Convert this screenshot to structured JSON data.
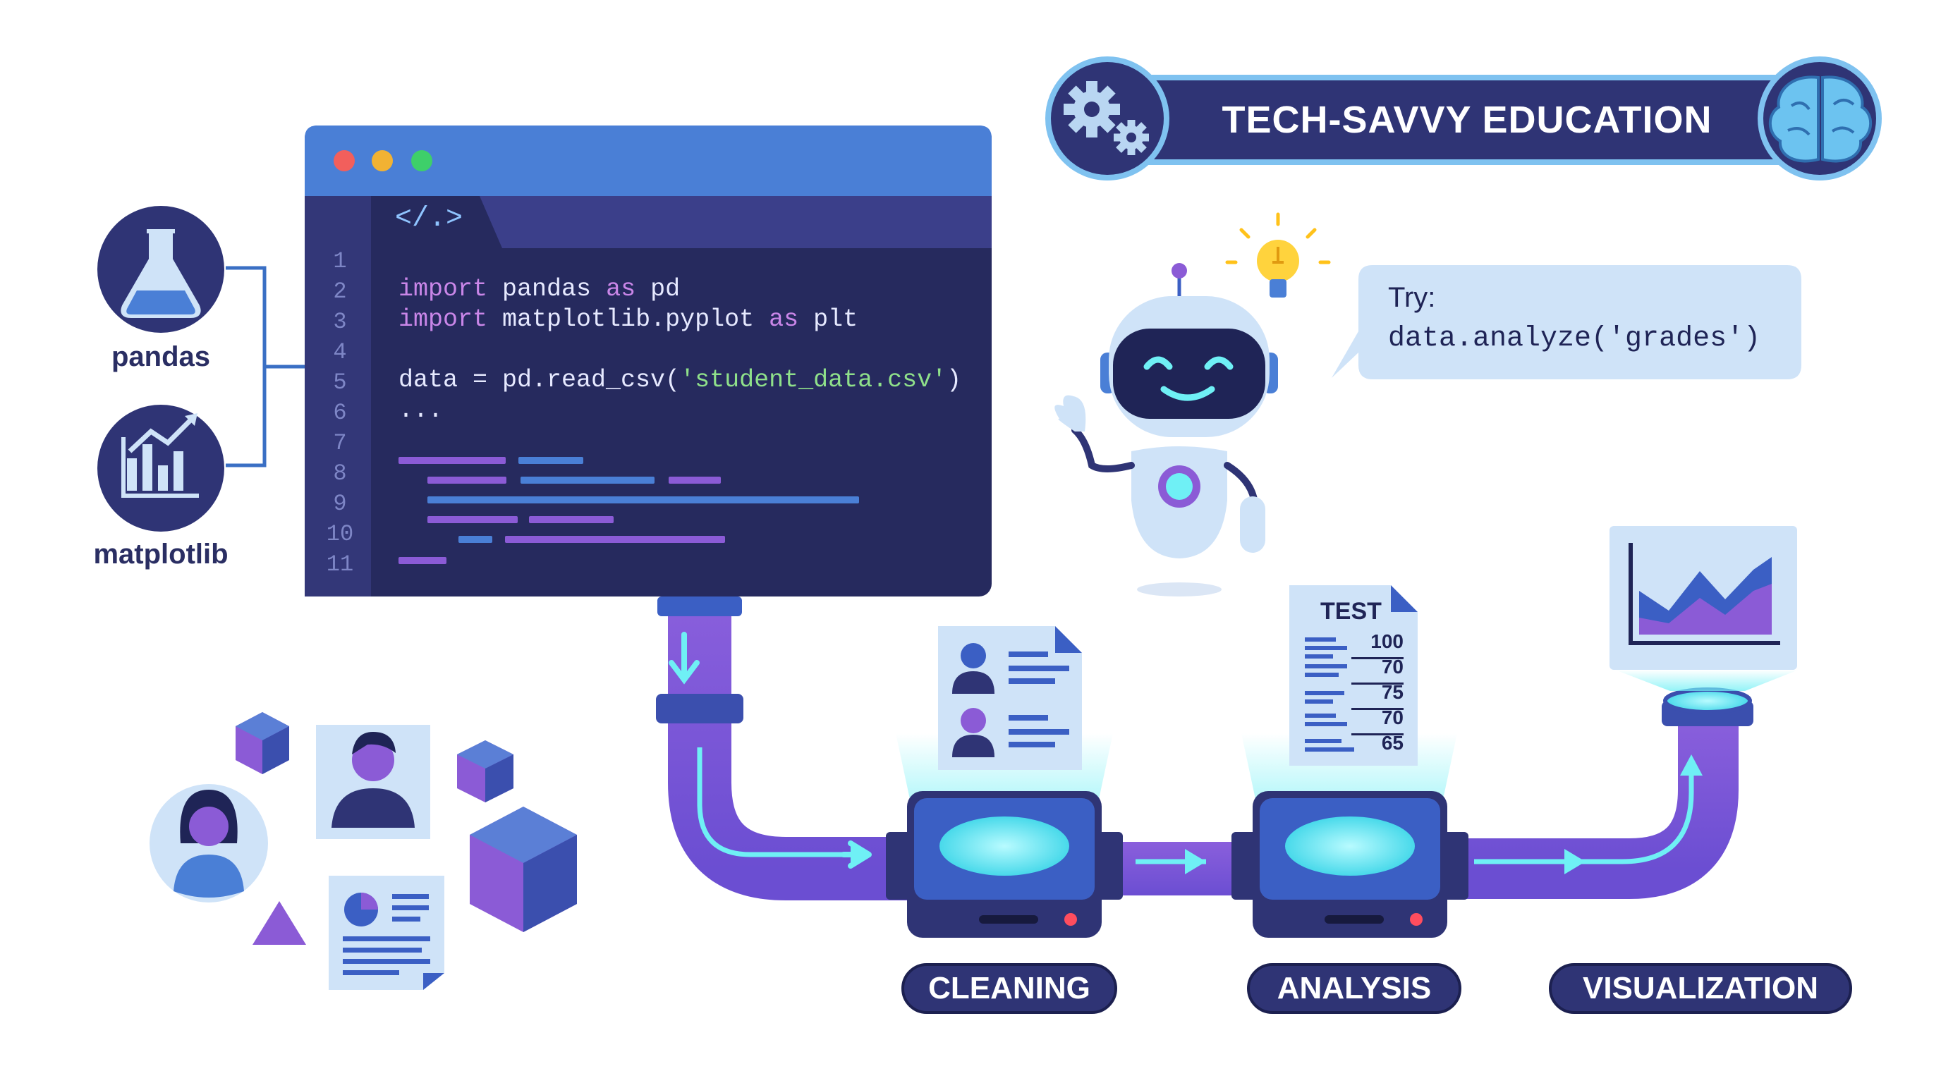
{
  "banner": {
    "title": "TECH-SAVVY EDUCATION",
    "left_icon": "gears-icon",
    "right_icon": "brain-icon"
  },
  "libraries": [
    {
      "name": "pandas",
      "icon": "flask-icon"
    },
    {
      "name": "matplotlib",
      "icon": "bar-chart-icon"
    }
  ],
  "editor": {
    "tab_symbol": "</.>",
    "window_buttons": [
      "#f25f5c",
      "#f2b233",
      "#3ecf6a"
    ],
    "line_numbers": [
      "1",
      "2",
      "3",
      "4",
      "5",
      "6",
      "7",
      "8",
      "9",
      "10",
      "11"
    ],
    "code": {
      "line2": {
        "kw1": "import",
        "mid": " pandas ",
        "kw2": "as",
        "end": " pd"
      },
      "line3": {
        "kw1": "import",
        "mid": " matplotlib.pyplot ",
        "kw2": "as",
        "end": " plt"
      },
      "line5": {
        "pre": "data = pd.read_csv(",
        "str": "'student_data.csv'",
        "post": ")"
      },
      "line6": "..."
    }
  },
  "assistant": {
    "bubble_label": "Try:",
    "bubble_code": "data.analyze('grades')",
    "icon": "robot-icon",
    "idea_icon": "lightbulb-icon"
  },
  "pipeline": {
    "stages": [
      "CLEANING",
      "ANALYSIS",
      "VISUALIZATION"
    ],
    "test_doc": {
      "title": "TEST",
      "scores": [
        "100",
        "70",
        "75",
        "70",
        "65"
      ]
    }
  },
  "colors": {
    "navy": "#2f3475",
    "editor_bg": "#262a5e",
    "editor_bar": "#4a7fd6",
    "pipe": "#7b5bd6",
    "cyan": "#6ff0f5",
    "light_blue": "#cfe3f8",
    "purple": "#8b5bd6"
  }
}
